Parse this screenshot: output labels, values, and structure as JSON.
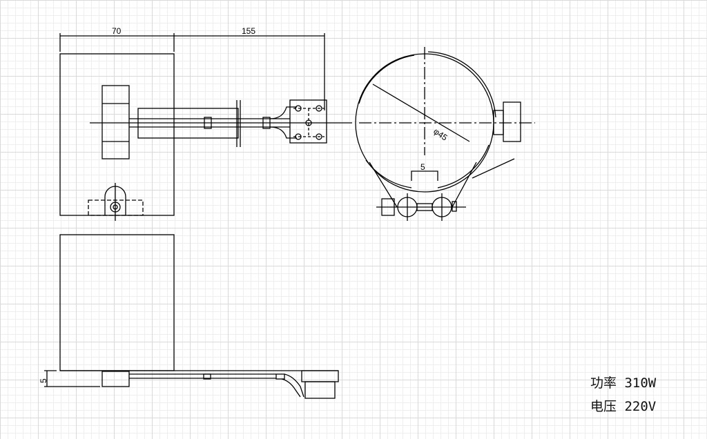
{
  "dimensions": {
    "width_left": "70",
    "length": "155",
    "diameter": "φ45",
    "gap": "5",
    "height": "5"
  },
  "specs": [
    {
      "label": "功率",
      "value": "310W"
    },
    {
      "label": "电压",
      "value": "220V"
    }
  ]
}
